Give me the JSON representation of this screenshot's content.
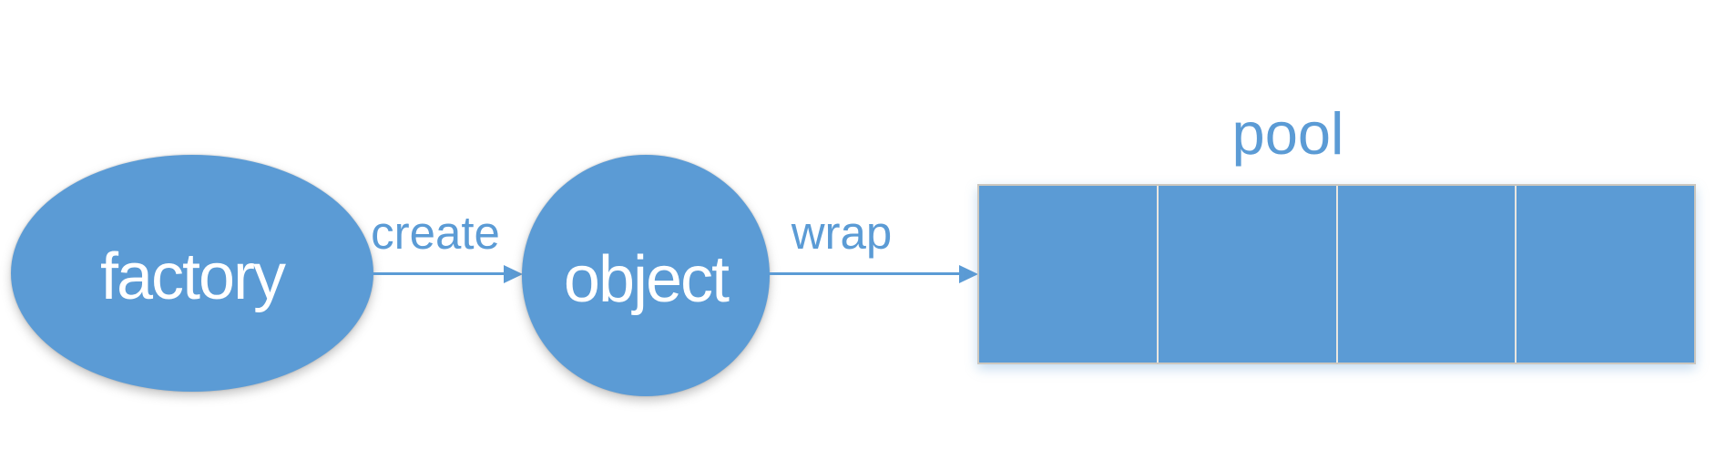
{
  "diagram": {
    "description": "object pool creation flow",
    "colors": {
      "shape_fill": "#5b9bd5",
      "node_text": "#ffffff",
      "label_text": "#5b9bd5",
      "arrow": "#5b9bd5",
      "pool_divider": "#e9e6e0",
      "pool_border": "#ccc8c0",
      "background": "#ffffff"
    },
    "nodes": {
      "factory": {
        "label": "factory",
        "shape": "ellipse"
      },
      "object": {
        "label": "object",
        "shape": "circle"
      },
      "pool": {
        "label": "pool",
        "shape": "segmented-rectangle",
        "segments": 4
      }
    },
    "edges": {
      "create": {
        "label": "create",
        "from": "factory",
        "to": "object"
      },
      "wrap": {
        "label": "wrap",
        "from": "object",
        "to": "pool"
      }
    }
  }
}
